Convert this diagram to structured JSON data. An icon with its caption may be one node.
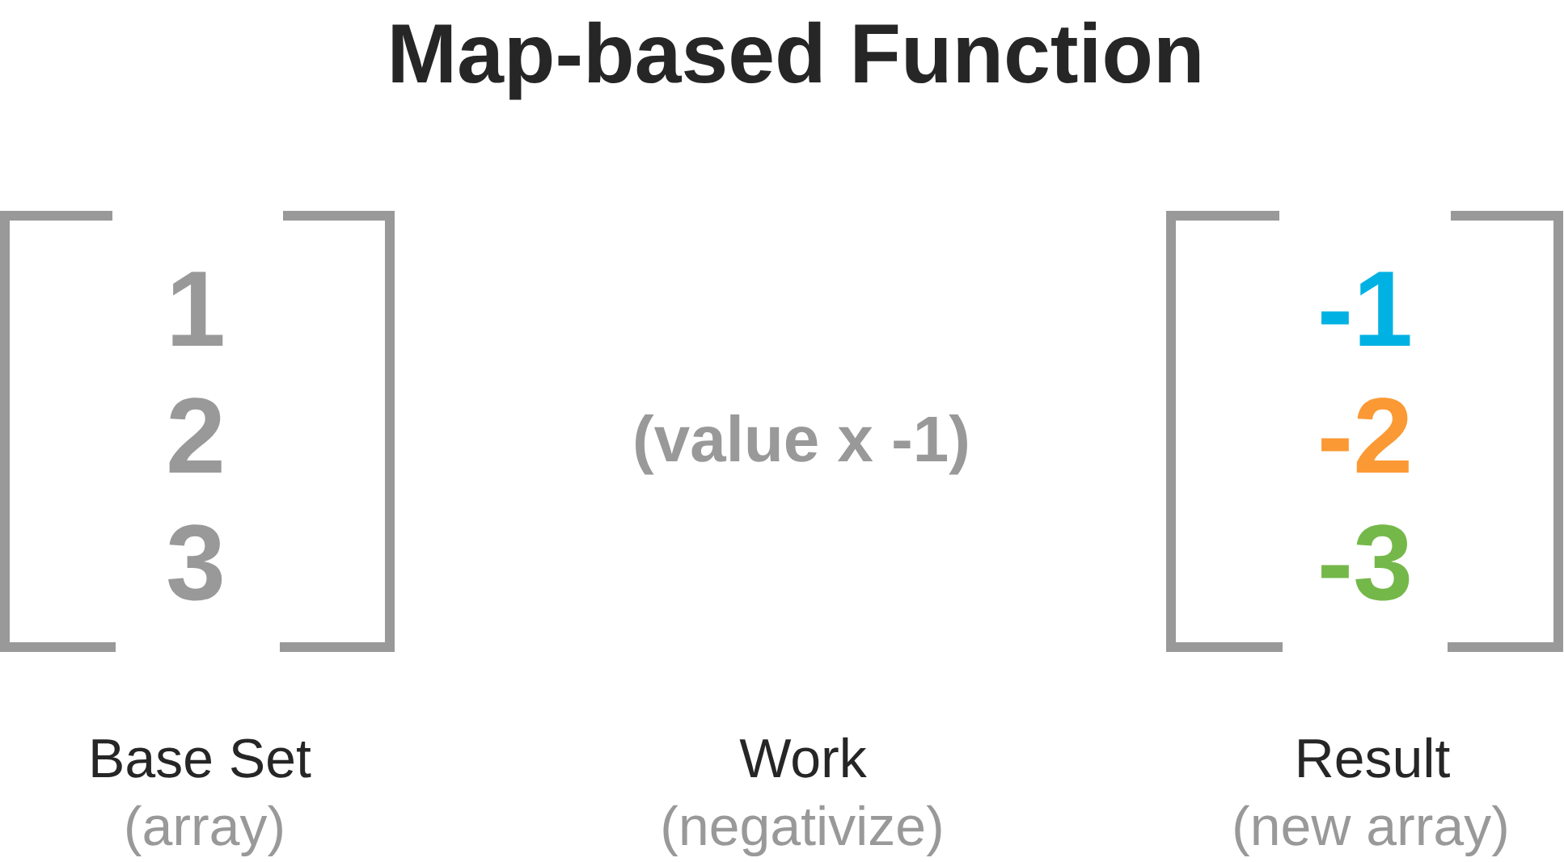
{
  "diagram": {
    "title": "Map-based Function",
    "nodes": [
      {
        "text": [
          "1",
          "2",
          "3"
        ],
        "beside": [
          "Base Set",
          "(array)"
        ]
      },
      {
        "text": [
          "-1",
          "-2",
          "-3"
        ],
        "beside": [
          "Result",
          "(new array)"
        ]
      }
    ],
    "labels": [
      "(value x -1)",
      "Work",
      "(negativize)"
    ]
  }
}
